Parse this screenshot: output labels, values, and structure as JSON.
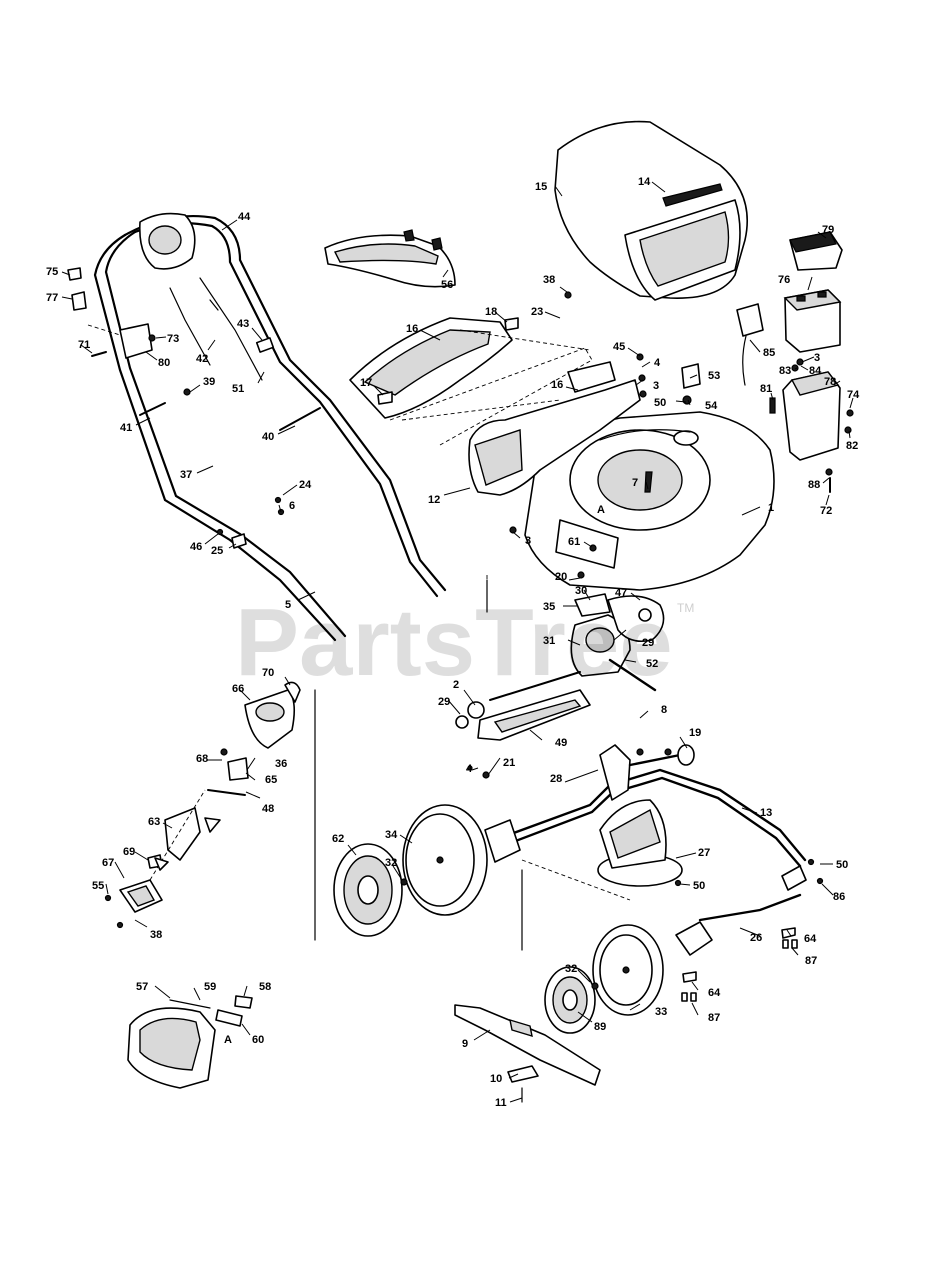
{
  "watermark": {
    "text": "PartsTree",
    "trademark": "TM"
  },
  "labels": [
    {
      "id": "l1",
      "text": "1"
    },
    {
      "id": "l2",
      "text": "2"
    },
    {
      "id": "l3a",
      "text": "3"
    },
    {
      "id": "l3b",
      "text": "3"
    },
    {
      "id": "l3c",
      "text": "3"
    },
    {
      "id": "l4a",
      "text": "4"
    },
    {
      "id": "l4b",
      "text": "4"
    },
    {
      "id": "l5",
      "text": "5"
    },
    {
      "id": "l6",
      "text": "6"
    },
    {
      "id": "l7",
      "text": "7"
    },
    {
      "id": "l8",
      "text": "8"
    },
    {
      "id": "l9",
      "text": "9"
    },
    {
      "id": "l10",
      "text": "10"
    },
    {
      "id": "l11",
      "text": "11"
    },
    {
      "id": "l12",
      "text": "12"
    },
    {
      "id": "l13",
      "text": "13"
    },
    {
      "id": "l14",
      "text": "14"
    },
    {
      "id": "l15",
      "text": "15"
    },
    {
      "id": "l16a",
      "text": "16"
    },
    {
      "id": "l16b",
      "text": "16"
    },
    {
      "id": "l17",
      "text": "17"
    },
    {
      "id": "l18",
      "text": "18"
    },
    {
      "id": "l19",
      "text": "19"
    },
    {
      "id": "l20",
      "text": "20"
    },
    {
      "id": "l21",
      "text": "21"
    },
    {
      "id": "l23",
      "text": "23"
    },
    {
      "id": "l24",
      "text": "24"
    },
    {
      "id": "l25",
      "text": "25"
    },
    {
      "id": "l26",
      "text": "26"
    },
    {
      "id": "l27",
      "text": "27"
    },
    {
      "id": "l28",
      "text": "28"
    },
    {
      "id": "l29a",
      "text": "29"
    },
    {
      "id": "l29b",
      "text": "29"
    },
    {
      "id": "l30",
      "text": "30"
    },
    {
      "id": "l31",
      "text": "31"
    },
    {
      "id": "l32a",
      "text": "32"
    },
    {
      "id": "l32b",
      "text": "32"
    },
    {
      "id": "l33",
      "text": "33"
    },
    {
      "id": "l34",
      "text": "34"
    },
    {
      "id": "l35",
      "text": "35"
    },
    {
      "id": "l36",
      "text": "36"
    },
    {
      "id": "l37",
      "text": "37"
    },
    {
      "id": "l38a",
      "text": "38"
    },
    {
      "id": "l38b",
      "text": "38"
    },
    {
      "id": "l39",
      "text": "39"
    },
    {
      "id": "l40",
      "text": "40"
    },
    {
      "id": "l41",
      "text": "41"
    },
    {
      "id": "l42",
      "text": "42"
    },
    {
      "id": "l43",
      "text": "43"
    },
    {
      "id": "l44",
      "text": "44"
    },
    {
      "id": "l45",
      "text": "45"
    },
    {
      "id": "l46",
      "text": "46"
    },
    {
      "id": "l47",
      "text": "47"
    },
    {
      "id": "l48",
      "text": "48"
    },
    {
      "id": "l49",
      "text": "49"
    },
    {
      "id": "l50a",
      "text": "50"
    },
    {
      "id": "l50b",
      "text": "50"
    },
    {
      "id": "l50c",
      "text": "50"
    },
    {
      "id": "l51",
      "text": "51"
    },
    {
      "id": "l52",
      "text": "52"
    },
    {
      "id": "l53",
      "text": "53"
    },
    {
      "id": "l54",
      "text": "54"
    },
    {
      "id": "l55",
      "text": "55"
    },
    {
      "id": "l56",
      "text": "56"
    },
    {
      "id": "l57",
      "text": "57"
    },
    {
      "id": "l58",
      "text": "58"
    },
    {
      "id": "l59",
      "text": "59"
    },
    {
      "id": "l60",
      "text": "60"
    },
    {
      "id": "l61",
      "text": "61"
    },
    {
      "id": "l62",
      "text": "62"
    },
    {
      "id": "l63",
      "text": "63"
    },
    {
      "id": "l64a",
      "text": "64"
    },
    {
      "id": "l64b",
      "text": "64"
    },
    {
      "id": "l65",
      "text": "65"
    },
    {
      "id": "l66",
      "text": "66"
    },
    {
      "id": "l67",
      "text": "67"
    },
    {
      "id": "l68",
      "text": "68"
    },
    {
      "id": "l69",
      "text": "69"
    },
    {
      "id": "l70",
      "text": "70"
    },
    {
      "id": "l71",
      "text": "71"
    },
    {
      "id": "l72",
      "text": "72"
    },
    {
      "id": "l73",
      "text": "73"
    },
    {
      "id": "l74",
      "text": "74"
    },
    {
      "id": "l75",
      "text": "75"
    },
    {
      "id": "l76",
      "text": "76"
    },
    {
      "id": "l77",
      "text": "77"
    },
    {
      "id": "l78",
      "text": "78"
    },
    {
      "id": "l79",
      "text": "79"
    },
    {
      "id": "l80",
      "text": "80"
    },
    {
      "id": "l81",
      "text": "81"
    },
    {
      "id": "l82",
      "text": "82"
    },
    {
      "id": "l83",
      "text": "83"
    },
    {
      "id": "l84",
      "text": "84"
    },
    {
      "id": "l85",
      "text": "85"
    },
    {
      "id": "l86",
      "text": "86"
    },
    {
      "id": "l87a",
      "text": "87"
    },
    {
      "id": "l87b",
      "text": "87"
    },
    {
      "id": "l88",
      "text": "88"
    },
    {
      "id": "l89",
      "text": "89"
    },
    {
      "id": "lA1",
      "text": "A"
    },
    {
      "id": "lA2",
      "text": "A"
    }
  ]
}
